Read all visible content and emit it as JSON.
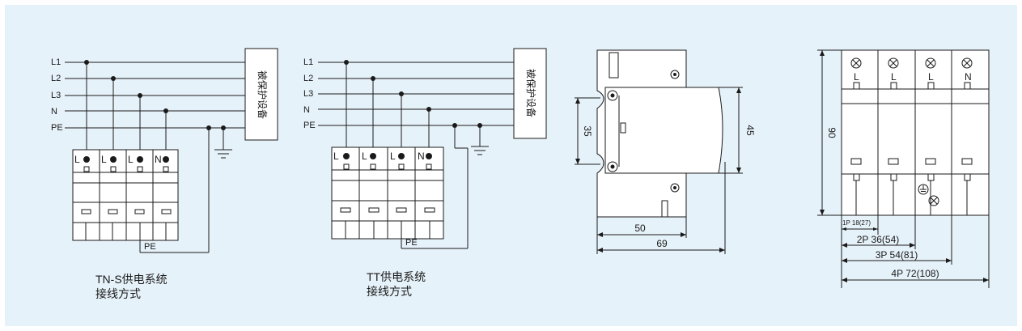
{
  "tns": {
    "bus_labels": [
      "L1",
      "L2",
      "L3",
      "N",
      "PE"
    ],
    "load_label": "被保护设备",
    "module_labels": [
      "L",
      "L",
      "L",
      "N"
    ],
    "pe_label": "PE",
    "caption_line1": "TN-S供电系统",
    "caption_line2": "接线方式"
  },
  "tt": {
    "bus_labels": [
      "L1",
      "L2",
      "L3",
      "N",
      "PE"
    ],
    "load_label": "被保护设备",
    "module_labels": [
      "L",
      "L",
      "L",
      "N"
    ],
    "pe_label": "PE",
    "caption_line1": "TT供电系统",
    "caption_line2": "接线方式"
  },
  "side_view": {
    "dim_height_a": "35",
    "dim_height_b": "45",
    "dim_width_a": "50",
    "dim_width_b": "69"
  },
  "front_view": {
    "module_labels": [
      "L",
      "L",
      "L",
      "N"
    ],
    "dim_height": "90",
    "dim_widths": [
      "1P 18(27)",
      "2P 36(54)",
      "3P 54(81)",
      "4P 72(108)"
    ]
  },
  "colors": {
    "panel": "#e6f2f9",
    "line": "#1a1a1a"
  }
}
